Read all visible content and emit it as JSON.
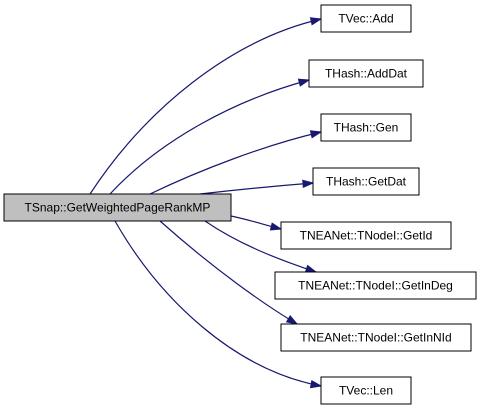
{
  "graph": {
    "root": {
      "label": "TSnap::GetWeightedPageRankMP"
    },
    "callees": [
      {
        "label": "TVec::Add"
      },
      {
        "label": "THash::AddDat"
      },
      {
        "label": "THash::Gen"
      },
      {
        "label": "THash::GetDat"
      },
      {
        "label": "TNEANet::TNodeI::GetId"
      },
      {
        "label": "TNEANet::TNodeI::GetInDeg"
      },
      {
        "label": "TNEANet::TNodeI::GetInNId"
      },
      {
        "label": "TVec::Len"
      }
    ],
    "colors": {
      "edge": "#191970",
      "root_fill": "#bfbfbf",
      "node_fill": "#ffffff",
      "border": "#000000"
    }
  }
}
